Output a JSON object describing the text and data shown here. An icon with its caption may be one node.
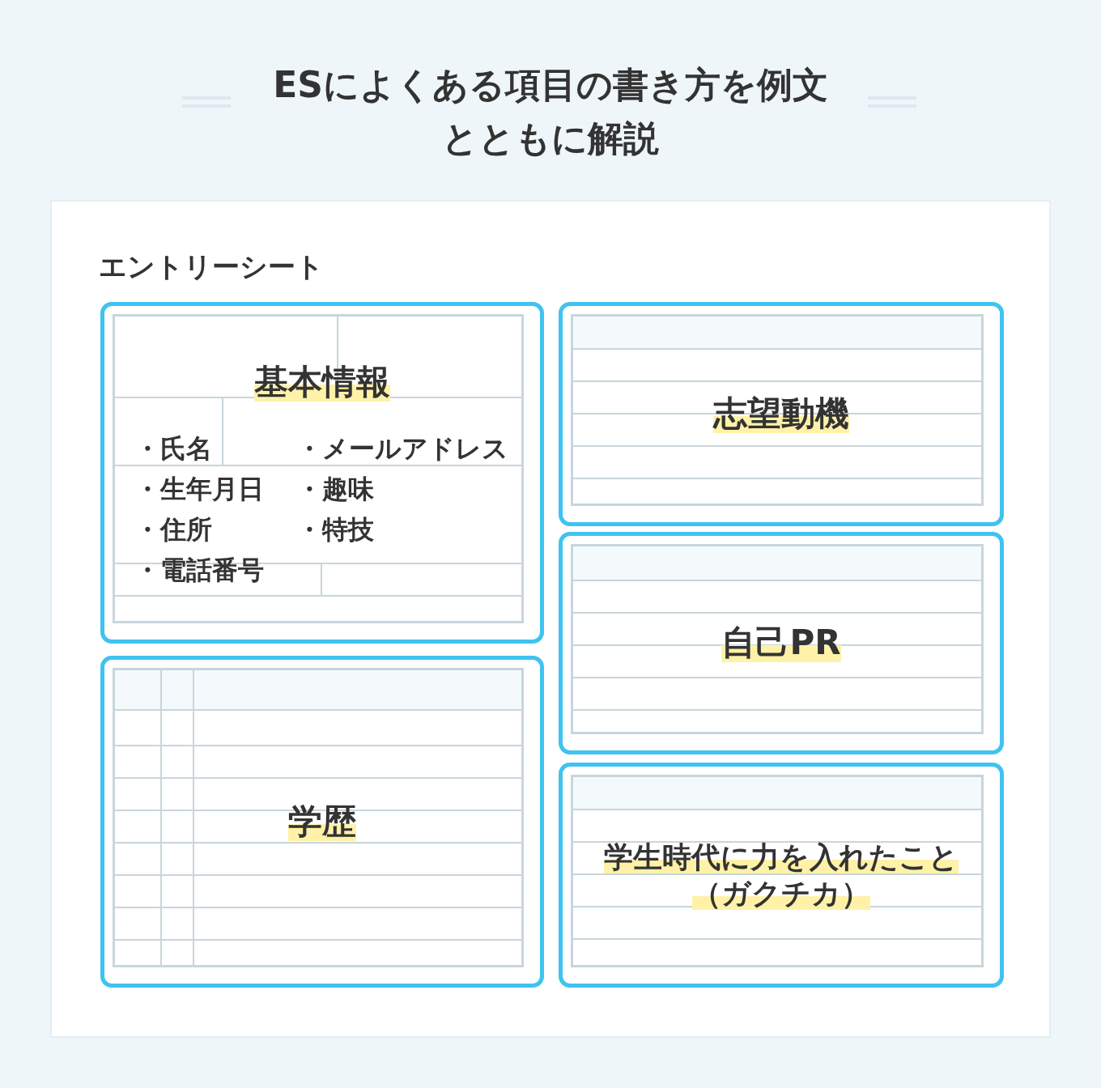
{
  "diagram": {
    "title": "ESによくある項目の書き方を例文とともに解説",
    "nodes": [
      {
        "text": [
          "エントリーシート"
        ]
      },
      {
        "text": [
          "基本情報",
          "・氏名",
          "・メールアドレス",
          "・生年月日",
          "・趣味",
          "・住所",
          "・特技",
          "・電話番号"
        ],
        "in": 0
      },
      {
        "text": [
          "志望動機"
        ],
        "in": 0
      },
      {
        "text": [
          "自己PR"
        ],
        "in": 0
      },
      {
        "text": [
          "学歴"
        ],
        "in": 0
      },
      {
        "text": [
          "学生時代に力を入れたこと（ガクチカ）"
        ],
        "in": 0
      }
    ]
  }
}
